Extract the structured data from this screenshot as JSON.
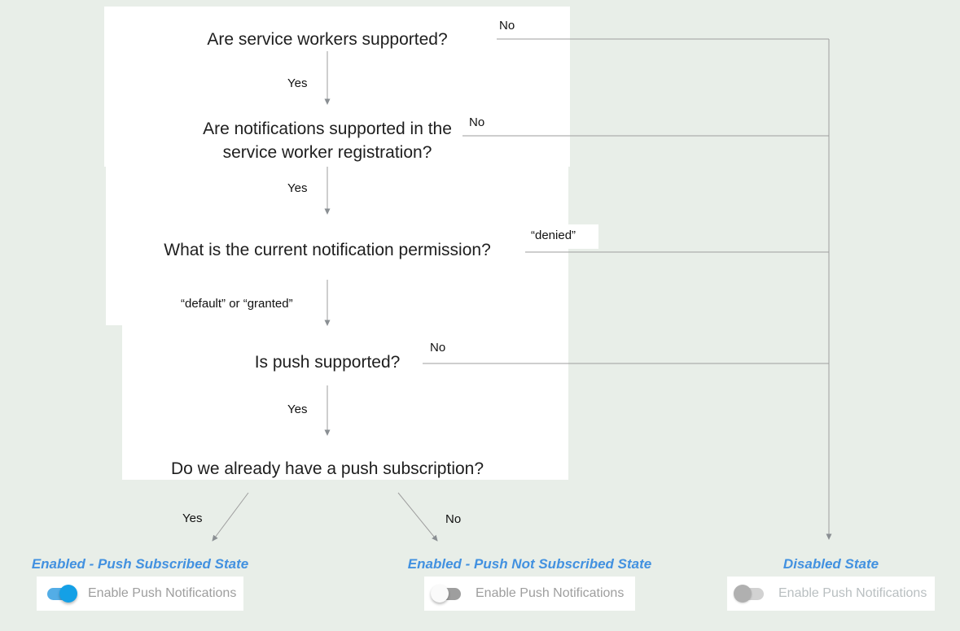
{
  "diagram": {
    "questions": [
      "Are service workers supported?",
      "Are notifications supported in the service worker registration?",
      "What is the current notification permission?",
      "Is push supported?",
      "Do we already have a push subscription?"
    ],
    "edges": {
      "q1_no": "No",
      "q1_yes": "Yes",
      "q2_no": "No",
      "q2_yes": "Yes",
      "q3_denied": "“denied”",
      "q3_default_or_granted": "“default” or “granted”",
      "q4_no": "No",
      "q4_yes": "Yes",
      "q5_yes": "Yes",
      "q5_no": "No"
    },
    "states": [
      {
        "title": "Enabled - Push Subscribed State",
        "toggle_state": "on",
        "button_label": "Enable Push Notifications"
      },
      {
        "title": "Enabled - Push Not Subscribed State",
        "toggle_state": "off",
        "button_label": "Enable Push Notifications"
      },
      {
        "title": "Disabled State",
        "toggle_state": "disabled",
        "button_label": "Enable Push Notifications"
      }
    ],
    "colors": {
      "state_title_blue": "#4291e0",
      "toggle_on_thumb": "#14a0e6",
      "toggle_on_track": "#53ade6",
      "connector_line": "#9e9e9e",
      "arrowhead": "#8a8f93",
      "question_text": "#1e1e1e",
      "card_label_gray": "#9e9e9e"
    }
  }
}
